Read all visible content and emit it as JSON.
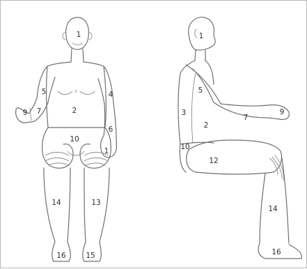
{
  "figure": {
    "front_view": {
      "zone_labels": {
        "head": "1",
        "chest": "2",
        "right_upper_arm": "5",
        "right_forearm": "7",
        "right_hand": "9",
        "left_upper_arm": "4",
        "left_forearm": "6",
        "left_hand": "1",
        "pelvis": "10",
        "right_lower_leg": "14",
        "left_lower_leg": "13",
        "right_foot": "16",
        "left_foot": "15"
      }
    },
    "side_view": {
      "zone_labels": {
        "head": "1",
        "upper_arm": "5",
        "back": "3",
        "torso": "2",
        "forearm": "7",
        "hand": "9",
        "pelvis": "10",
        "thigh": "12",
        "lower_leg": "14",
        "foot": "16"
      }
    }
  }
}
